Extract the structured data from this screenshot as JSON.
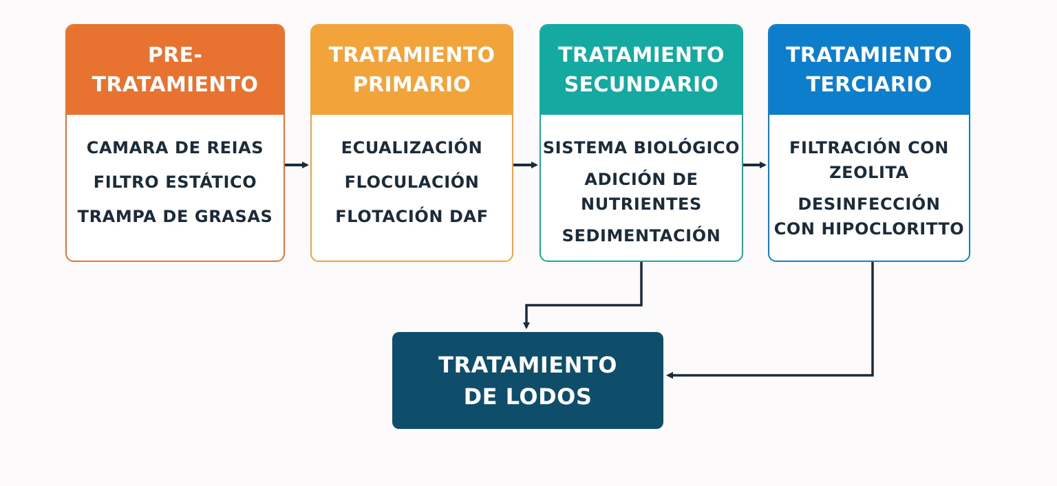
{
  "stages": [
    {
      "title_lines": [
        "PRE-TRATAMIENTO"
      ],
      "items": [
        [
          "CAMARA DE REIAS"
        ],
        [
          "FILTRO ESTÁTICO"
        ],
        [
          "TRAMPA DE GRASAS"
        ]
      ],
      "color": "#e8722f"
    },
    {
      "title_lines": [
        "TRATAMIENTO",
        "PRIMARIO"
      ],
      "items": [
        [
          "ECUALIZACIÓN"
        ],
        [
          "FLOCULACIÓN"
        ],
        [
          "FLOTACIÓN DAF"
        ]
      ],
      "color": "#f2a33a"
    },
    {
      "title_lines": [
        "TRATAMIENTO",
        "SECUNDARIO"
      ],
      "items": [
        [
          "SISTEMA BIOLÓGICO"
        ],
        [
          "ADICIÓN DE",
          "NUTRIENTES"
        ],
        [
          "SEDIMENTACIÓN"
        ]
      ],
      "color": "#14aaa2"
    },
    {
      "title_lines": [
        "TRATAMIENTO",
        "TERCIARIO"
      ],
      "items": [
        [
          "FILTRACIÓN CON",
          "ZEOLITA"
        ],
        [
          "DESINFECCIÓN",
          "CON HIPOCLORITTO"
        ]
      ],
      "color": "#0d7ecb"
    }
  ],
  "sludge": {
    "title_lines": [
      "TRATAMIENTO",
      "DE LODOS"
    ],
    "color": "#0e4e6a"
  },
  "arrow_color": "#1c2b3a"
}
